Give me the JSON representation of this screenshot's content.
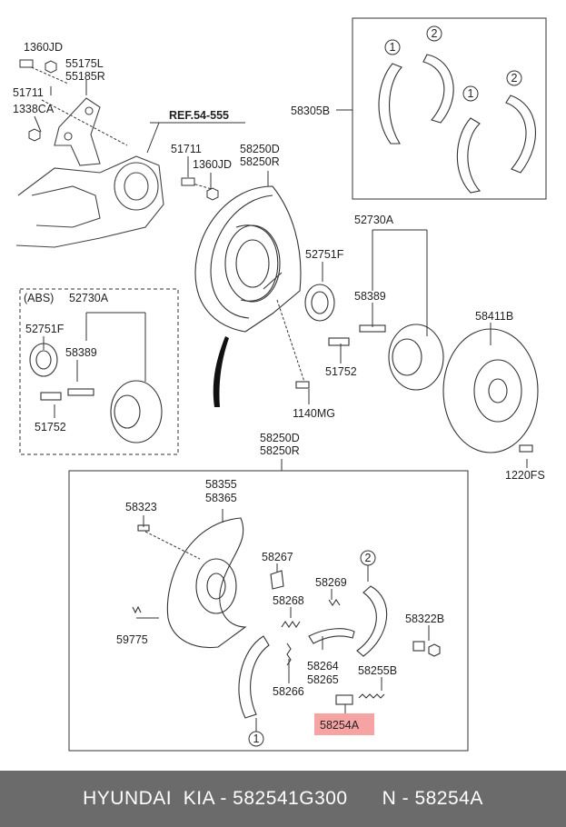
{
  "labels": {
    "l_1360jd_top": "1360JD",
    "l_55175l": "55175L",
    "l_55185r": "55185R",
    "l_51711_top": "51711",
    "l_1338ca": "1338CA",
    "l_ref": "REF.54-555",
    "l_51711_mid": "51711",
    "l_1360jd_mid": "1360JD",
    "l_58250d_top": "58250D",
    "l_58250r_top": "58250R",
    "l_58305b": "58305B",
    "l_52730a_right": "52730A",
    "l_52751f_right": "52751F",
    "l_58389_right": "58389",
    "l_51752_right": "51752",
    "l_1140mg": "1140MG",
    "l_58411b": "58411B",
    "l_1220fs": "1220FS",
    "l_abs": "(ABS)",
    "l_52730a_left": "52730A",
    "l_52751f_left": "52751F",
    "l_58389_left": "58389",
    "l_51752_left": "51752",
    "l_58250d_bot": "58250D",
    "l_58250r_bot": "58250R",
    "l_58355": "58355",
    "l_58365": "58365",
    "l_58323": "58323",
    "l_58267": "58267",
    "l_58269": "58269",
    "l_58268": "58268",
    "l_58322b": "58322B",
    "l_59775": "59775",
    "l_58264": "58264",
    "l_58265": "58265",
    "l_58255b": "58255B",
    "l_58266": "58266",
    "l_58254a": "58254A"
  },
  "callouts": {
    "c1_a": "1",
    "c2_a": "2",
    "c2_b": "2",
    "c1_b": "1",
    "c2_c": "2",
    "c1_c": "1"
  },
  "footer": {
    "brand": "HYUNDAI  KIA - 582541G300",
    "part": "N - 58254A"
  },
  "colors": {
    "highlight": "#f5a3a3",
    "footer_bg": "#6b6b6b"
  }
}
